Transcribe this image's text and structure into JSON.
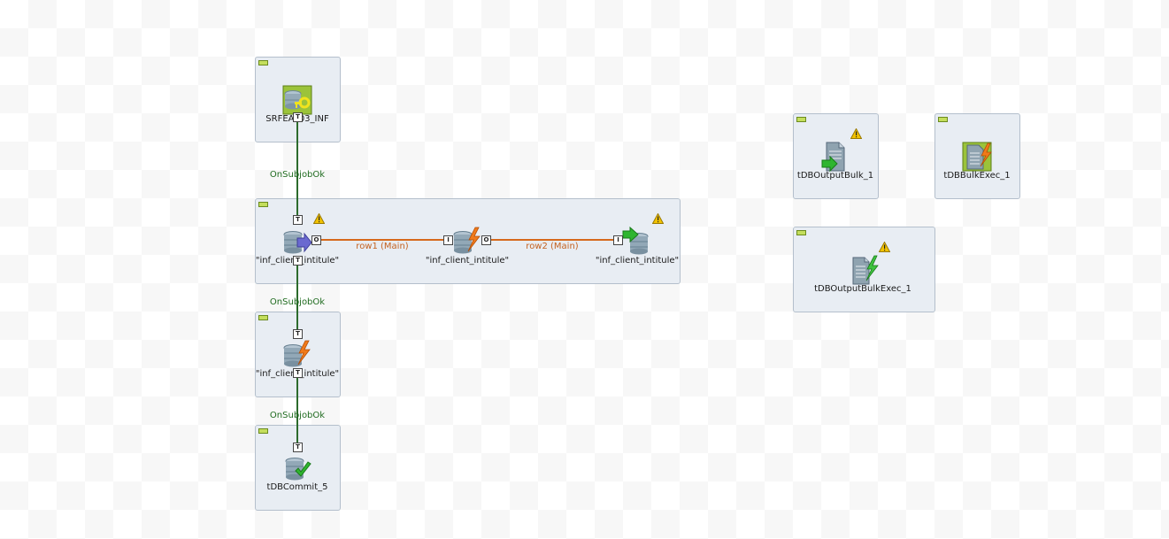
{
  "labels": {
    "srfea": "SRFEAT03_INF",
    "inf_input": "\"inf_client_intitule\"",
    "inf_process": "\"inf_client_intitule\"",
    "inf_output": "\"inf_client_intitule\"",
    "inf_post": "\"inf_client_intitule\"",
    "commit": "tDBCommit_5",
    "output_bulk": "tDBOutputBulk_1",
    "bulk_exec": "tDBBulkExec_1",
    "output_bulk_exec": "tDBOutputBulkExec_1"
  },
  "links": {
    "trigger_1": "OnSubjobOk",
    "trigger_2": "OnSubjobOk",
    "trigger_3": "OnSubjobOk",
    "row1": "row1 (Main)",
    "row2": "row2 (Main)"
  },
  "connectors": {
    "trigger": "T",
    "output": "O",
    "input": "I"
  },
  "icons": {
    "srfea": "db-connection-key-icon",
    "inf_input": "db-input-icon",
    "inf_process": "db-row-lightning-icon",
    "inf_output": "db-output-icon",
    "inf_post": "db-row-lightning-icon",
    "commit": "db-commit-icon",
    "output_bulk": "output-bulk-file-icon",
    "bulk_exec": "bulk-exec-icon",
    "output_bulk_exec": "output-bulk-exec-icon",
    "warning": "warning-icon"
  },
  "colors": {
    "main_link": "#d6691c",
    "trigger_link": "#2c6b2c",
    "subjob_bg": "#e8edf3",
    "warning": "#f2c200"
  }
}
